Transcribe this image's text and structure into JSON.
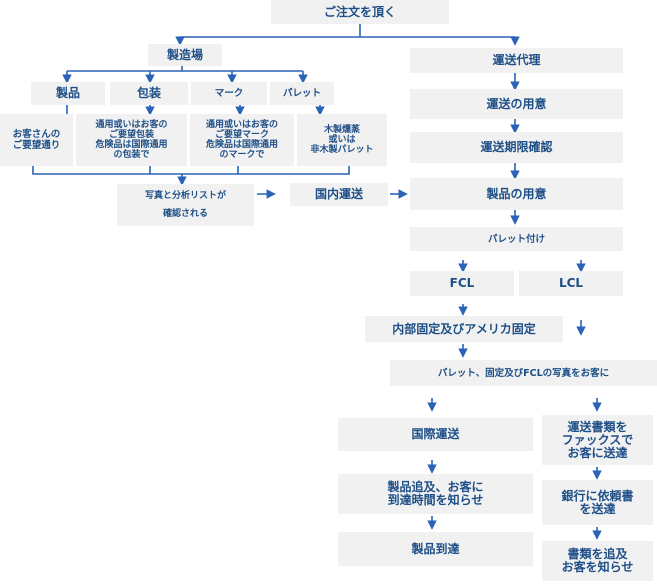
{
  "nodes": {
    "order": "ご注文を頂く",
    "factory": "製造場",
    "product": "製品",
    "packing": "包装",
    "mark": "マーク",
    "pallet": "パレット",
    "customer_request": "お客さんの\nご要望通り",
    "packing_detail": "通用或いはお客の\nご要望包装\n危険品は国際通用\nの包装で",
    "mark_detail": "通用或いはお客の\nご要望マーク\n危険品は国際通用\nのマークで",
    "pallet_detail": "木製燻蒸\n或いは\n非木製パレット",
    "photo_list_1": "写真と分析リストが",
    "photo_list_2": "確認される",
    "domestic_transport": "国内運送",
    "shipping_agent": "運送代理",
    "transport_prepare": "運送の用意",
    "schedule_confirm": "運送期限確認",
    "product_prepare": "製品の用意",
    "palletize": "パレット付け",
    "fcl": "FCL",
    "lcl": "LCL",
    "fixing": "内部固定及びアメリカ固定",
    "photo_send": "パレット、固定及びFCLの写真をお客に",
    "intl_transport": "国際運送",
    "fax_docs": "運送書類を\nファックスで\nお客に送達",
    "tracking": "製品追及、お客に\n到達時間を知らせ",
    "bank_docs": "銀行に依頼書\nを送達",
    "arrival": "製品到達",
    "doc_tracking": "書類を追及\nお客を知らせ"
  },
  "colors": {
    "line": "#2a63b8",
    "box": "#f1f1f1",
    "text": "#1e4f86"
  }
}
